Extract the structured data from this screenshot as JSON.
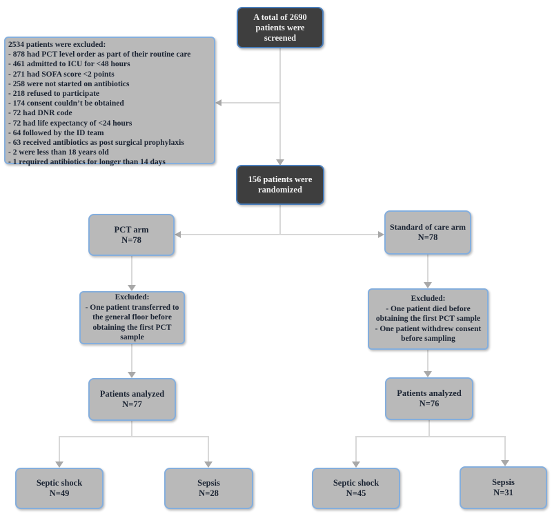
{
  "flowchart": {
    "screened": {
      "text": "A total of 2690 patients were screened"
    },
    "exclusions": {
      "title": "2534 patients were excluded:",
      "items": [
        "- 878 had PCT level order as part of their routine care",
        "- 461 admitted to ICU for <48 hours",
        "- 271 had SOFA score <2 points",
        "- 258 were not started on antibiotics",
        "- 218 refused to participate",
        "- 174 consent couldn’t be obtained",
        "- 72 had DNR code",
        "- 72 had life expectancy of <24 hours",
        "- 64 followed by the ID team",
        "- 63 received antibiotics as post surgical prophylaxis",
        "- 2 were less than 18 years old",
        "- 1 required antibiotics for longer than 14 days"
      ]
    },
    "randomized": {
      "text": "156 patients were randomized"
    },
    "pct_arm": {
      "label": "PCT arm",
      "n": "N=78"
    },
    "soc_arm": {
      "label": "Standard of care arm",
      "n": "N=78"
    },
    "pct_excluded": {
      "lines": [
        "Excluded:",
        "- One patient transferred to the general floor before obtaining the first PCT sample"
      ]
    },
    "soc_excluded": {
      "lines": [
        "Excluded:",
        "- One patient died before obtaining the first PCT sample",
        "- One patient withdrew consent before sampling"
      ]
    },
    "pct_analyzed": {
      "label": "Patients analyzed",
      "n": "N=77"
    },
    "soc_analyzed": {
      "label": "Patients analyzed",
      "n": "N=76"
    },
    "pct_septic_shock": {
      "label": "Septic shock",
      "n": "N=49"
    },
    "pct_sepsis": {
      "label": "Sepsis",
      "n": "N=28"
    },
    "soc_septic_shock": {
      "label": "Septic shock",
      "n": "N=45"
    },
    "soc_sepsis": {
      "label": "Sepsis",
      "n": "N=31"
    }
  },
  "colors": {
    "dark_box_fill": "#3e3e3e",
    "dark_box_border": "#4a7ebb",
    "gray_box_fill": "#b9b9b9",
    "gray_box_border": "#84aedd",
    "connector_line": "#d8d8d8",
    "arrowhead": "#a8a8a8",
    "text_dark": "#1b2433",
    "text_light": "#f2f2f2"
  }
}
